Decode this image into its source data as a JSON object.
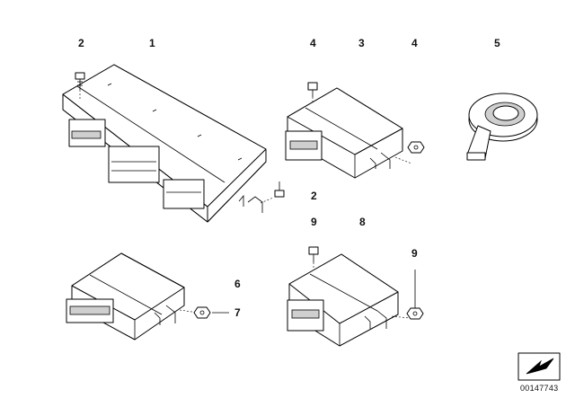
{
  "callouts": {
    "c1": "2",
    "c2": "1",
    "c3": "4",
    "c4": "3",
    "c5": "4",
    "c6": "5",
    "c7": "2",
    "c8": "9",
    "c9": "8",
    "c10": "9",
    "c11": "6",
    "c12": "7"
  },
  "reference_number": "00147743"
}
